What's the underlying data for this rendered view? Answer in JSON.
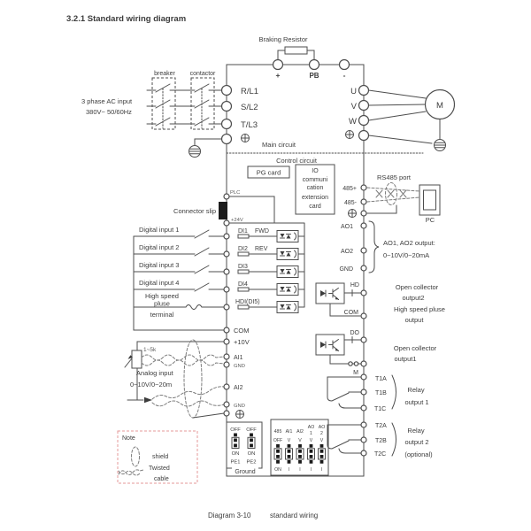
{
  "page": {
    "title": "3.2.1 Standard wiring diagram",
    "caption_figure": "Diagram 3-10",
    "caption_text": "standard wiring"
  },
  "colors": {
    "line": "#4d4d4d",
    "text": "#3c3c3c",
    "note_border": "#e49a9a"
  },
  "power_input": {
    "line1": "3 phase AC input",
    "line2": "380V~ 50/60Hz",
    "breaker": "breaker",
    "contactor": "contactor",
    "r": "R/L1",
    "s": "S/L2",
    "t": "T/L3"
  },
  "braking": {
    "label": "Braking Resistor",
    "plus": "+",
    "pb": "PB",
    "minus": "-"
  },
  "motor_output": {
    "u": "U",
    "v": "V",
    "w": "W",
    "motor": "M"
  },
  "sections": {
    "main": "Main circuit",
    "control": "Control circuit"
  },
  "cards": {
    "pg": "PG card",
    "io1": "IO",
    "io2": "communi",
    "io3": "cation",
    "io4": "extension",
    "io5": "card"
  },
  "rs485": {
    "plus": "485+",
    "minus": "485-",
    "port": "RS485 port",
    "pc": "PC"
  },
  "connector": {
    "label": "Connector slip",
    "plc": "PLC",
    "v24": "+24V"
  },
  "digital": {
    "in1": "Digital input 1",
    "in2": "Digital input 2",
    "in3": "Digital input 3",
    "in4": "Digital input 4",
    "hs1": "High speed",
    "hs2": "pluse",
    "hs3": "terminal",
    "di1": "DI1",
    "fwd": "FWD",
    "di2": "DI2",
    "rev": "REV",
    "di3": "DI3",
    "di4": "DI4",
    "hdi": "HDI(DI5)",
    "com": "COM"
  },
  "analog_in": {
    "v10": "+10V",
    "ai1": "AI1",
    "gnd1": "GND",
    "ai2": "AI2",
    "gnd2": "GND",
    "pot": "1~5k",
    "label1": "Analog input",
    "label2": "0~10V/0~20m"
  },
  "analog_out": {
    "ao1": "AO1",
    "ao2": "AO2",
    "gnd": "GND",
    "note1": "AO1, AO2 output:",
    "note2": "0~10V/0~20mA"
  },
  "oc2": {
    "hd": "HD",
    "com": "COM",
    "l1": "Open collector",
    "l2": "output2",
    "l3": "High speed pluse",
    "l4": "output"
  },
  "oc1": {
    "do": "DO",
    "l1": "Open collector",
    "l2": "output1"
  },
  "relay1": {
    "m": "M",
    "a": "T1A",
    "b": "T1B",
    "c": "T1C",
    "l1": "Relay",
    "l2": "output 1"
  },
  "relay2": {
    "a": "T2A",
    "b": "T2B",
    "c": "T2C",
    "l1": "Relay",
    "l2": "output 2",
    "l3": "(optional)"
  },
  "ground_jumpers": {
    "off1": "OFF",
    "off2": "OFF",
    "on1": "ON",
    "on2": "ON",
    "pe1": "PE1",
    "pe2": "PE2",
    "label": "Ground"
  },
  "dip": {
    "h1": "485",
    "h2": "AI1",
    "h3": "AI2",
    "h4": "AO",
    "h4n": "1",
    "h5": "AO",
    "h5n": "2",
    "off": "OFF",
    "v2": "V",
    "v3": "V",
    "v4": "V",
    "v5": "V",
    "on": "ON",
    "i2": "I",
    "i3": "I",
    "i4": "I",
    "i5": "I"
  },
  "note": {
    "title": "Note",
    "shield": "shield",
    "tw1": "Twisted",
    "tw2": "cable"
  }
}
